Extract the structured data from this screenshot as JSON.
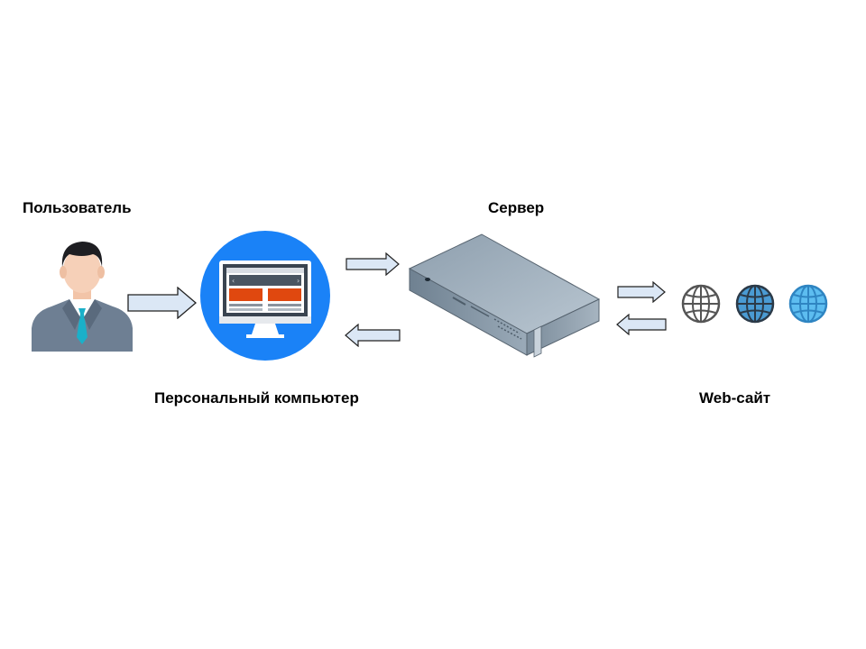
{
  "labels": {
    "user": "Пользователь",
    "server": "Сервер",
    "pc": "Персональный компьютер",
    "website": "Web-сайт"
  },
  "icons": {
    "user": "user-avatar-icon",
    "pc": "monitor-icon",
    "server": "rack-server-icon",
    "globe": "globe-icon"
  },
  "colors": {
    "arrow_fill": "#dbe7f5",
    "arrow_stroke": "#222222",
    "pc_circle": "#1a82f7",
    "suit": "#6e7f93",
    "tie": "#1ab0c9",
    "browser_block": "#e0480f",
    "server_body": "#9aaab8",
    "globe_dark": "#555555",
    "globe_mid": "#2f85c2",
    "globe_light": "#4fb2e6"
  }
}
